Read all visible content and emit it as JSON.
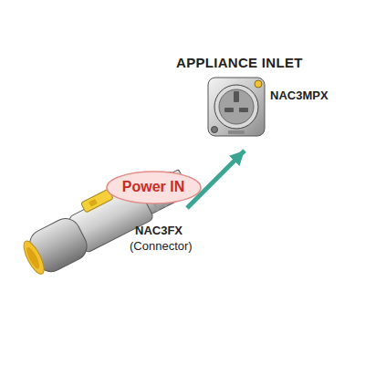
{
  "diagram": {
    "nodes": [
      {
        "text": [
          "APPLIANCE INLET",
          "NAC3MPX"
        ]
      },
      {
        "text": [
          "Power IN"
        ]
      },
      {
        "text": [
          "NAC3FX",
          "(Connector)"
        ]
      }
    ],
    "edges": [
      {
        "from": 2,
        "to": 0,
        "arrow": "to"
      }
    ]
  }
}
